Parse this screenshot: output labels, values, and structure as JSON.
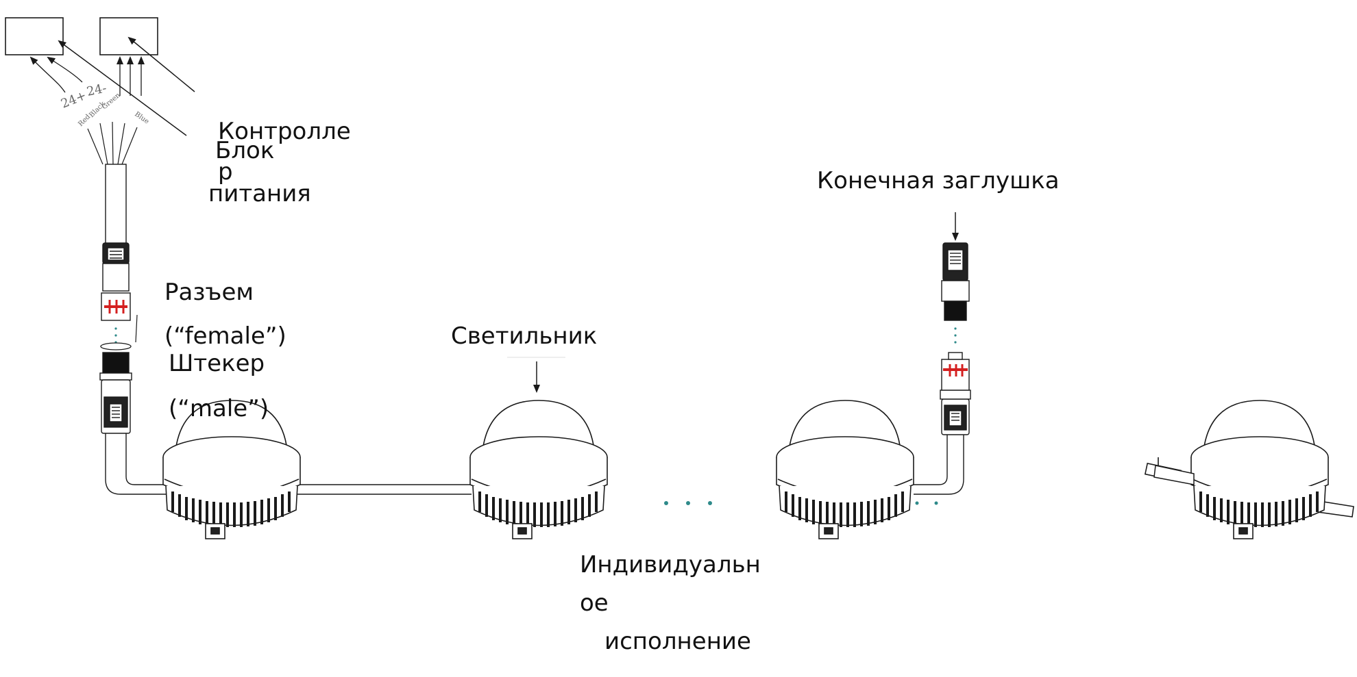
{
  "labels": {
    "controller": "Контролле р",
    "controller_line1": "Контролле",
    "controller_line2": "р",
    "power_unit": "Блок питания",
    "power_unit_line1": "Блок",
    "power_unit_line2": "питания",
    "end_cap": "Конечная заглушка",
    "female_connector": "Разъем (“female”)",
    "female_line1": "Разъем",
    "female_line2": "(“female”)",
    "male_plug": "Штекер (“male”)",
    "male_line1": "Штекер",
    "male_line2": "(“male”)",
    "luminaire": "Светильник",
    "individual_version": "Индивидуальное исполнение",
    "individual_line1": "Индивидуальн",
    "individual_line2": "ое",
    "individual_line3": "исполнение"
  },
  "wire_labels": {
    "v_plus": "24+",
    "v_minus": "24-",
    "red": "Red",
    "black": "Black",
    "green": "Green",
    "blue": "Blue"
  },
  "colors": {
    "line": "#1a1a1a",
    "connector_mark": "#d42020",
    "dots": "#2e8a8a"
  }
}
